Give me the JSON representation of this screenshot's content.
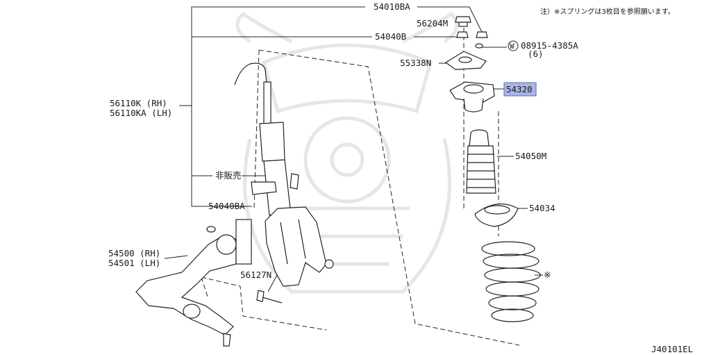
{
  "note": "注）※スプリングは3枚目を参照願います。",
  "diagram_code": "J40101EL",
  "highlight_color": "#a9b7e6",
  "labels": {
    "l_54010BA": "54010BA",
    "l_56204M": "56204M",
    "l_54040B": "54040B",
    "l_08915_prefix": "W",
    "l_08915": "08915-4385A",
    "l_08915_qty": "(6)",
    "l_55338N": "55338N",
    "l_54320": "54320",
    "l_56110K_rh": "56110K (RH)",
    "l_56110KA_lh": "56110KA (LH)",
    "l_54050M": "54050M",
    "l_nonsale": "非販売",
    "l_54034": "54034",
    "l_54040BA": "54040BA",
    "l_54500_rh": "54500 (RH)",
    "l_54501_lh": "54501 (LH)",
    "l_56127N": "56127N",
    "l_star": "※"
  }
}
